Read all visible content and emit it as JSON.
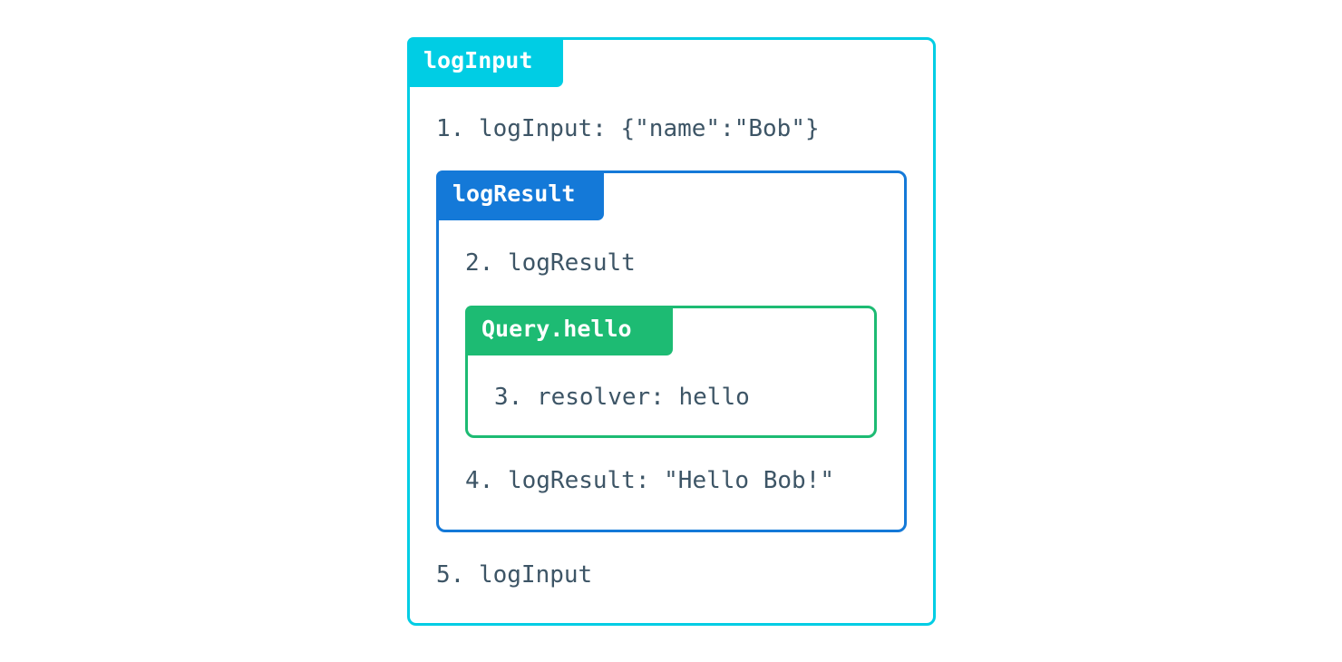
{
  "colors": {
    "log_input": "#00cde4",
    "log_result": "#1479d8",
    "query_hello": "#1dbb73",
    "text": "#3d5566"
  },
  "boxes": {
    "log_input": {
      "label": "logInput"
    },
    "log_result": {
      "label": "logResult"
    },
    "query_hello": {
      "label": "Query.hello"
    }
  },
  "steps": [
    "1. logInput: {\"name\":\"Bob\"}",
    "2. logResult",
    "3. resolver: hello",
    "4. logResult: \"Hello Bob!\"",
    "5. logInput"
  ]
}
